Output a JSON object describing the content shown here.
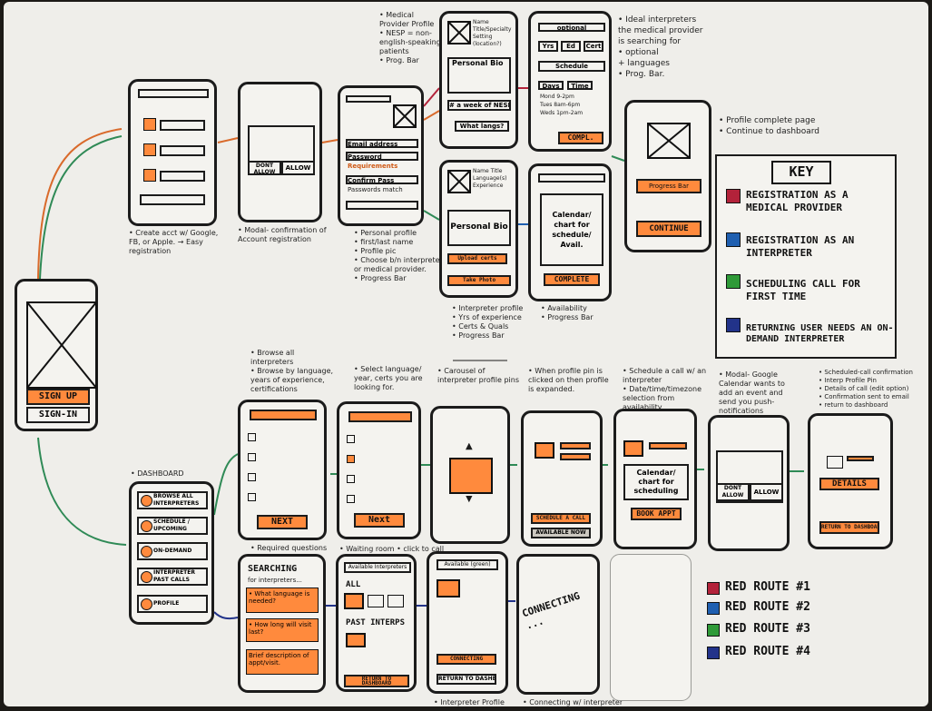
{
  "signin": {
    "signup": "SIGN UP",
    "signin": "SIGN-IN"
  },
  "row1": {
    "n1": "• Create acct w/ Google, FB, or Apple. → Easy registration",
    "n2": "• Modal- confirmation of Account registration",
    "modal_btn1": "DONT ALLOW",
    "modal_btn2": "ALLOW",
    "f_email": "Email address",
    "f_password": "Password",
    "f_req": "Requirements",
    "f_confirm": "Confirm Pass",
    "f_match": "Passwords match",
    "n3": "• Personal profile\n• first/last name\n• Profile pic\n• Choose b/n interpreter or medical provider.\n• Progress Bar",
    "top_note": "• Medical Provider Profile\n• NESP = non-english-speaking patients\n• Prog. Bar",
    "mp_name": "Name Title/Specialty Setting (location?)",
    "mp_bio": "Personal Bio",
    "mp_week": "# a week of NESP",
    "mp_lang": "What langs?",
    "opt_header": "optional",
    "opt_chips": [
      "Yrs",
      "Ed",
      "Cert"
    ],
    "opt_schedule": "Schedule",
    "opt_days": "Days",
    "opt_time": "Time",
    "opt_row1": "Mond 9-2pm",
    "opt_row2": "Tues 8am-6pm",
    "opt_row3": "Weds 1pm-2am",
    "opt_btn": "COMPL.",
    "right_note": "• Ideal interpreters the medical provider is searching for\n• optional\n+ languages\n• Prog. Bar.",
    "int_name": "Name Title Language(s) Experience",
    "int_bio": "Personal Bio",
    "int_upload": "Upload certs",
    "int_take": "Take Photo",
    "int_note": "• Interpreter profile\n• Yrs of experience\n• Certs & Quals\n• Progress Bar",
    "cal_text": "Calendar/ chart for schedule/ Avail.",
    "cal_btn": "COMPLETE",
    "cal_note": "• Availability\n• Progress Bar",
    "pc_bar": "Progress Bar",
    "pc_btn": "CONTINUE",
    "pc_note": "• Profile complete page\n• Continue to dashboard"
  },
  "key": {
    "title": "KEY",
    "items": [
      {
        "label": "REGISTRATION AS A MEDICAL PROVIDER",
        "color": "#b3223a"
      },
      {
        "label": "REGISTRATION AS AN INTERPRETER",
        "color": "#1f5fb0"
      },
      {
        "label": "SCHEDULING CALL FOR FIRST TIME",
        "color": "#2f9a38"
      },
      {
        "label": "RETURNING USER NEEDS AN ON-DEMAND INTERPRETER",
        "color": "#22338a"
      }
    ]
  },
  "row2": {
    "dash_label": "• DASHBOARD",
    "dash_items": [
      "BROWSE ALL INTERPRETERS",
      "SCHEDULE / UPCOMING",
      "ON-DEMAND",
      "INTERPRETER PAST CALLS",
      "PROFILE"
    ],
    "browse_note": "• Browse all interpreters\n• Browse by language, years of experience, certifications",
    "browse_btn": "NEXT",
    "select_note": "• Select language/ year, certs you are looking for.",
    "select_btn": "Next",
    "carousel_note": "• Carousel of interpreter profile pins",
    "pin_note": "• When profile pin is clicked on then profile is expanded.",
    "pin_schedule": "SCHEDULE A CALL",
    "pin_avail": "AVAILABLE NOW",
    "sched_note": "• Schedule a call w/ an interpreter\n• Date/time/timezone selection from availability",
    "sched_text": "Calendar/ chart for scheduling",
    "sched_btn": "BOOK APPT",
    "gmodal_note": "• Modal- Google Calendar wants to add an event and send you push-notifications",
    "gmodal_btn1": "DONT ALLOW",
    "gmodal_btn2": "ALLOW",
    "confirm_note": "• Scheduled-call confirmation\n• Interp Profile Pin\n• Details of call (edit option)\n• Confirmation sent to email\n• return to dashboard",
    "confirm_details": "DETAILS",
    "confirm_return": "RETURN TO DASHBOARD"
  },
  "row3": {
    "req_note": "• Required questions",
    "req_title": "SEARCHING",
    "req_sub": "for interpreters...",
    "req_q1": "• What language is needed?",
    "req_q2": "• How long will visit last?",
    "req_q3": "Brief description of appt/visit.",
    "wait_note": "• Waiting room • click to call",
    "wait_avail": "Available Interpreters",
    "wait_all": "ALL",
    "wait_past": "PAST INTERPS",
    "wait_return": "RETURN TO DASHBOARD",
    "prof_note": "• Interpreter Profile",
    "prof_avail": "Available (green)",
    "prof_connect": "CONNECTING",
    "prof_return": "RETURN TO DASHB.",
    "conn_text": "CONNECTING ...",
    "conn_note": "• Connecting w/ interpreter"
  },
  "routes": [
    {
      "label": "RED ROUTE #1",
      "color": "#b3223a"
    },
    {
      "label": "RED ROUTE #2",
      "color": "#1f5fb0"
    },
    {
      "label": "RED ROUTE #3",
      "color": "#2f9a38"
    },
    {
      "label": "RED ROUTE #4",
      "color": "#22338a"
    }
  ]
}
